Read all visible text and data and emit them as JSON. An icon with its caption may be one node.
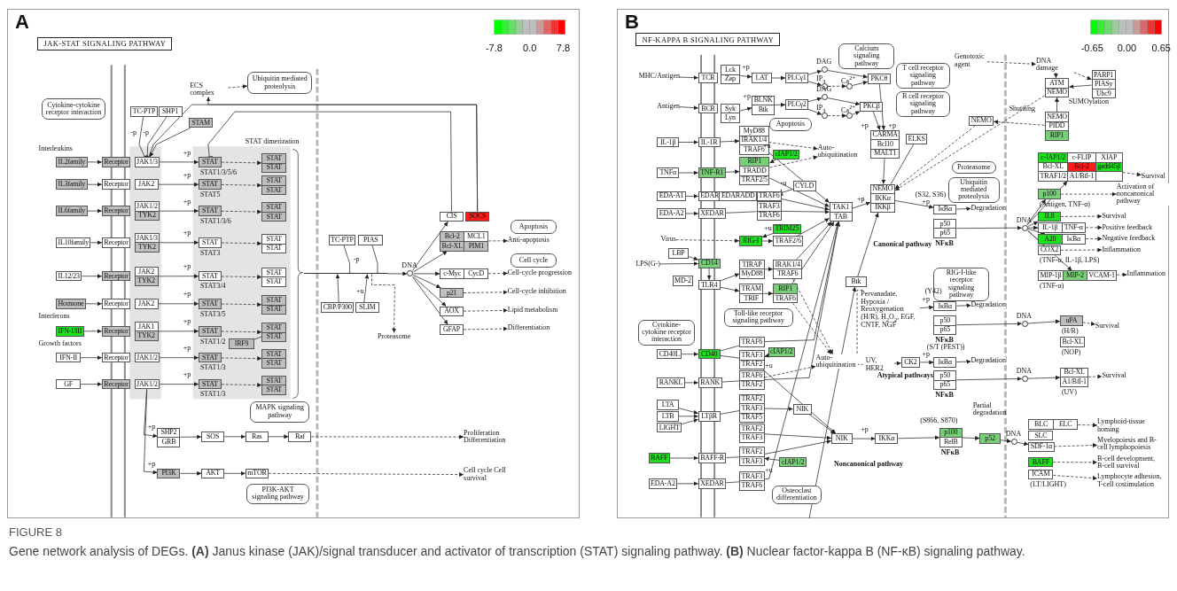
{
  "diagram": {
    "caption": "Gene network analysis of DEGs. **(A)** Janus kinase (JAK)/signal transducer and activator of transcription (STAT) signaling pathway. **(B)** Nuclear factor-kappa B (NF-κB) signaling pathway.",
    "nodes": [
      {
        "text": [
          "A"
        ]
      },
      {
        "text": [
          "JAK-STAT SIGNALING PATHWAY"
        ],
        "in": 0
      },
      {
        "text": [
          "Cytokine-cytokine receptor interaction"
        ],
        "in": 0
      },
      {
        "text": [
          "ECS complex"
        ],
        "in": 0
      },
      {
        "text": [
          "Ubiquitin mediated proteolysis"
        ],
        "in": 0
      },
      {
        "text": [
          "TC-PTP"
        ],
        "in": 0
      },
      {
        "text": [
          "SHP1"
        ],
        "in": 0
      },
      {
        "text": [
          "STAM"
        ],
        "in": 0
      },
      {
        "text": [
          "IL2family"
        ],
        "in": 0
      },
      {
        "text": [
          "Receptor"
        ],
        "in": 0
      },
      {
        "text": [
          "JAK1/3"
        ],
        "in": 0
      },
      {
        "text": [
          "STAT"
        ],
        "in": 0,
        "beside": [
          "STAT1/3/5/6"
        ]
      },
      {
        "text": [
          "STAT",
          "STAT"
        ],
        "in": 0
      },
      {
        "text": [
          "IL3family"
        ],
        "in": 0
      },
      {
        "text": [
          "Receptor"
        ],
        "in": 0
      },
      {
        "text": [
          "JAK2"
        ],
        "in": 0
      },
      {
        "text": [
          "STAT"
        ],
        "in": 0,
        "beside": [
          "STAT5"
        ]
      },
      {
        "text": [
          "STAT",
          "STAT"
        ],
        "in": 0
      },
      {
        "text": [
          "IL6family"
        ],
        "in": 0
      },
      {
        "text": [
          "Receptor"
        ],
        "in": 0
      },
      {
        "text": [
          "JAK1/2",
          "TYK2"
        ],
        "in": 0
      },
      {
        "text": [
          "STAT"
        ],
        "in": 0,
        "beside": [
          "STAT1/3/6"
        ]
      },
      {
        "text": [
          "STAT",
          "STAT"
        ],
        "in": 0
      },
      {
        "text": [
          "IL10family"
        ],
        "in": 0
      },
      {
        "text": [
          "Receptor"
        ],
        "in": 0
      },
      {
        "text": [
          "JAK1/3",
          "TYK2"
        ],
        "in": 0
      },
      {
        "text": [
          "STAT"
        ],
        "in": 0,
        "beside": [
          "STAT3"
        ]
      },
      {
        "text": [
          "STAT",
          "STAT"
        ],
        "in": 0
      },
      {
        "text": [
          "IL12/23"
        ],
        "in": 0
      },
      {
        "text": [
          "Receptor"
        ],
        "in": 0
      },
      {
        "text": [
          "JAK2",
          "TYK2"
        ],
        "in": 0
      },
      {
        "text": [
          "STAT"
        ],
        "in": 0,
        "beside": [
          "STAT3/4"
        ]
      },
      {
        "text": [
          "STAT",
          "STAT"
        ],
        "in": 0
      },
      {
        "text": [
          "Hormone"
        ],
        "in": 0
      },
      {
        "text": [
          "Receptor"
        ],
        "in": 0
      },
      {
        "text": [
          "JAK2"
        ],
        "in": 0
      },
      {
        "text": [
          "STAT"
        ],
        "in": 0,
        "beside": [
          "STAT3/5"
        ]
      },
      {
        "text": [
          "STAT",
          "STAT"
        ],
        "in": 0
      },
      {
        "text": [
          "IFN-I/III"
        ],
        "in": 0
      },
      {
        "text": [
          "Receptor"
        ],
        "in": 0
      },
      {
        "text": [
          "JAK1",
          "TYK2"
        ],
        "in": 0
      },
      {
        "text": [
          "STAT"
        ],
        "in": 0,
        "beside": [
          "STAT1/2"
        ]
      },
      {
        "text": [
          "STAT",
          "STAT"
        ],
        "in": 0
      },
      {
        "text": [
          "IFN-II"
        ],
        "in": 0
      },
      {
        "text": [
          "Receptor"
        ],
        "in": 0
      },
      {
        "text": [
          "JAK1/2"
        ],
        "in": 0
      },
      {
        "text": [
          "STAT"
        ],
        "in": 0,
        "beside": [
          "STAT1/3"
        ]
      },
      {
        "text": [
          "STAT",
          "STAT"
        ],
        "in": 0
      },
      {
        "text": [
          "GF"
        ],
        "in": 0
      },
      {
        "text": [
          "Receptor"
        ],
        "in": 0
      },
      {
        "text": [
          "JAK1/2"
        ],
        "in": 0
      },
      {
        "text": [
          "STAT"
        ],
        "in": 0,
        "beside": [
          "STAT1/3"
        ]
      },
      {
        "text": [
          "STAT",
          "STAT"
        ],
        "in": 0
      },
      {
        "text": [
          "IRF9"
        ],
        "in": 0
      },
      {
        "text": [
          "MAPK signaling pathway"
        ],
        "in": 0
      },
      {
        "text": [
          "SHP2",
          "GRB"
        ],
        "in": 0
      },
      {
        "text": [
          "SOS"
        ],
        "in": 0
      },
      {
        "text": [
          "Ras"
        ],
        "in": 0
      },
      {
        "text": [
          "Raf"
        ],
        "in": 0
      },
      {
        "text": [
          "Proliferation Differentiation"
        ],
        "in": 0
      },
      {
        "text": [
          "PI3K"
        ],
        "in": 0
      },
      {
        "text": [
          "AKT"
        ],
        "in": 0
      },
      {
        "text": [
          "mTOR"
        ],
        "in": 0
      },
      {
        "text": [
          "Cell cycle Cell survival"
        ],
        "in": 0
      },
      {
        "text": [
          "PI3K-AKT signaling pathway"
        ],
        "in": 0
      },
      {
        "text": [
          "TC-PTP"
        ],
        "in": 0
      },
      {
        "text": [
          "PIAS"
        ],
        "in": 0
      },
      {
        "text": [
          "CBP/P300"
        ],
        "in": 0
      },
      {
        "text": [
          "SLIM"
        ],
        "in": 0
      },
      {
        "text": [
          "Proteasome"
        ],
        "in": 0
      },
      {
        "text": [],
        "shape": "circle",
        "in": 0,
        "beside": [
          "DNA"
        ]
      },
      {
        "text": [
          "CIS"
        ],
        "in": 0
      },
      {
        "text": [
          "SOCS"
        ],
        "in": 0
      },
      {
        "text": [
          "Bcl-2",
          "MCL1",
          "Bcl-XL",
          "PIM1"
        ],
        "in": 0
      },
      {
        "text": [
          "c-Myc",
          "CycD"
        ],
        "in": 0
      },
      {
        "text": [
          "p21"
        ],
        "in": 0
      },
      {
        "text": [
          "AOX"
        ],
        "in": 0
      },
      {
        "text": [
          "GFAP"
        ],
        "in": 0
      },
      {
        "text": [
          "Apoptosis"
        ],
        "in": 0
      },
      {
        "text": [
          "Anti-apoptosis"
        ],
        "in": 0
      },
      {
        "text": [
          "Cell cycle"
        ],
        "in": 0
      },
      {
        "text": [
          "Cell-cycle progression"
        ],
        "in": 0
      },
      {
        "text": [
          "Cell-cycle inhibition"
        ],
        "in": 0
      },
      {
        "text": [
          "Lipid metabolism"
        ],
        "in": 0
      },
      {
        "text": [
          "Differentiation"
        ],
        "in": 0
      },
      {
        "text": [
          "B"
        ]
      },
      {
        "text": [
          "NF-KAPPA B SIGNALING PATHWAY"
        ],
        "in": 85
      },
      {
        "text": [
          "MHC/Antigen"
        ],
        "in": 85
      },
      {
        "text": [
          "TCR"
        ],
        "in": 85
      },
      {
        "text": [
          "Lck",
          "Zap"
        ],
        "in": 85
      },
      {
        "text": [
          "LAT"
        ],
        "in": 85
      },
      {
        "text": [
          "PLCγ1"
        ],
        "in": 85
      },
      {
        "text": [
          "Antigen"
        ],
        "in": 85
      },
      {
        "text": [
          "BCR"
        ],
        "in": 85
      },
      {
        "text": [
          "Syk",
          "Lyn"
        ],
        "in": 85
      },
      {
        "text": [
          "BLNK",
          "Btk"
        ],
        "in": 85
      },
      {
        "text": [
          "PLCγ2"
        ],
        "in": 85
      },
      {
        "text": [
          "Calcium signaling pathway"
        ],
        "in": 85
      },
      {
        "text": [],
        "shape": "circle",
        "in": 85,
        "beside": [
          "DAG"
        ]
      },
      {
        "text": [],
        "shape": "circle",
        "in": 85,
        "beside": [
          "IP$_{3}$"
        ]
      },
      {
        "text": [],
        "shape": "circle",
        "in": 85,
        "beside": [
          "Ca$^{2+}$"
        ]
      },
      {
        "text": [],
        "shape": "circle",
        "in": 85,
        "beside": [
          "DAG"
        ]
      },
      {
        "text": [],
        "shape": "circle",
        "in": 85,
        "beside": [
          "IP$_{3}$"
        ]
      },
      {
        "text": [],
        "shape": "circle",
        "in": 85,
        "beside": [
          "Ca$^{2+}$"
        ]
      },
      {
        "text": [
          "PKCθ"
        ],
        "in": 85
      },
      {
        "text": [
          "PKCβ"
        ],
        "in": 85
      },
      {
        "text": [
          "T cell receptor signaling pathway"
        ],
        "in": 85
      },
      {
        "text": [
          "B cell receptor signaling pathway"
        ],
        "in": 85
      },
      {
        "text": [
          "Apoptosis"
        ],
        "in": 85
      },
      {
        "text": [
          "Genotoxic agent"
        ],
        "in": 85
      },
      {
        "text": [
          "DNA damage"
        ],
        "in": 85
      },
      {
        "text": [
          "ATM",
          "NEMO"
        ],
        "in": 85
      },
      {
        "text": [
          "PARP1",
          "PIASy",
          "Ubc9"
        ],
        "in": 85
      },
      {
        "text": [
          "NEMO"
        ],
        "in": 85
      },
      {
        "text": [
          "NEMO",
          "PIDD",
          "RIP1"
        ],
        "in": 85
      },
      {
        "text": [
          "IL-1β"
        ],
        "in": 85
      },
      {
        "text": [
          "IL-1R"
        ],
        "in": 85
      },
      {
        "text": [
          "MyD88",
          "IRAK1/4",
          "TRAF6"
        ],
        "in": 85
      },
      {
        "text": [
          "cIAP1/2"
        ],
        "in": 85
      },
      {
        "text": [
          "Auto- ubiquitination"
        ],
        "in": 85
      },
      {
        "text": [
          "CARMA",
          "Bcl10",
          "MALT1"
        ],
        "in": 85
      },
      {
        "text": [
          "ELKS"
        ],
        "in": 85
      },
      {
        "text": [
          "TNFα"
        ],
        "in": 85
      },
      {
        "text": [
          "TNF-R1"
        ],
        "in": 85
      },
      {
        "text": [
          "RIP1",
          "TRADD",
          "TRAF2/5"
        ],
        "in": 85
      },
      {
        "text": [
          "EDA-A1"
        ],
        "in": 85
      },
      {
        "text": [
          "EDAR"
        ],
        "in": 85
      },
      {
        "text": [
          "EDARADD"
        ],
        "in": 85
      },
      {
        "text": [
          "TRAF6"
        ],
        "in": 85
      },
      {
        "text": [
          "CYLD"
        ],
        "in": 85
      },
      {
        "text": [
          "EDA-A2"
        ],
        "in": 85
      },
      {
        "text": [
          "XEDAR"
        ],
        "in": 85
      },
      {
        "text": [
          "TRAF3",
          "TRAF6"
        ],
        "in": 85
      },
      {
        "text": [
          "NEMO",
          "IKKα",
          "IKKβ"
        ],
        "in": 85
      },
      {
        "text": [
          "TAK1",
          "TAB"
        ],
        "in": 85
      },
      {
        "text": [
          "Proteasome"
        ],
        "in": 85
      },
      {
        "text": [
          "Ubiquitin mediated proteolysis"
        ],
        "in": 85
      },
      {
        "text": [
          "IκBα"
        ],
        "in": 85
      },
      {
        "text": [
          "Degradation"
        ],
        "in": 85
      },
      {
        "text": [
          "p50",
          "p65"
        ],
        "in": 85,
        "beside": [
          "NFκB"
        ]
      },
      {
        "text": [
          "Virus"
        ],
        "in": 85
      },
      {
        "text": [
          "TRIM25"
        ],
        "in": 85
      },
      {
        "text": [
          "RIG-I"
        ],
        "in": 85
      },
      {
        "text": [
          "TRAF2/6"
        ],
        "in": 85
      },
      {
        "text": [
          "LBP"
        ],
        "in": 85
      },
      {
        "text": [
          "LPS(G-)"
        ],
        "in": 85
      },
      {
        "text": [
          "CD14"
        ],
        "in": 85
      },
      {
        "text": [
          "MD-2"
        ],
        "in": 85
      },
      {
        "text": [
          "TLR4"
        ],
        "in": 85
      },
      {
        "text": [
          "TIRAP",
          "MyD88"
        ],
        "in": 85
      },
      {
        "text": [
          "IRAK1/4",
          "TRAF6"
        ],
        "in": 85
      },
      {
        "text": [
          "TRAM",
          "TRIF"
        ],
        "in": 85
      },
      {
        "text": [
          "RIP1",
          "TRAF6"
        ],
        "in": 85
      },
      {
        "text": [
          "Toll-like receptor signaling pathway"
        ],
        "in": 85
      },
      {
        "text": [
          "Cytokine-cytokine receptor interaction"
        ],
        "in": 85
      },
      {
        "text": [
          "CD40L"
        ],
        "in": 85
      },
      {
        "text": [
          "CD40"
        ],
        "in": 85
      },
      {
        "text": [
          "TRAF6"
        ],
        "in": 85
      },
      {
        "text": [
          "TRAF3",
          "TRAF2"
        ],
        "in": 85
      },
      {
        "text": [
          "cIAP1/2"
        ],
        "in": 85
      },
      {
        "text": [
          "RANKL"
        ],
        "in": 85
      },
      {
        "text": [
          "RANK"
        ],
        "in": 85
      },
      {
        "text": [
          "TRAF6",
          "TRAF2"
        ],
        "in": 85
      },
      {
        "text": [
          "Osteoclast differentiation"
        ],
        "in": 85
      },
      {
        "text": [
          "LTA"
        ],
        "in": 85
      },
      {
        "text": [
          "LTB"
        ],
        "in": 85
      },
      {
        "text": [
          "LIGHT"
        ],
        "in": 85
      },
      {
        "text": [
          "LTβR"
        ],
        "in": 85
      },
      {
        "text": [
          "TRAF2",
          "TRAF3",
          "TRAF5"
        ],
        "in": 85
      },
      {
        "text": [
          "NIK"
        ],
        "in": 85
      },
      {
        "text": [
          "TRAF2",
          "TRAF3"
        ],
        "in": 85
      },
      {
        "text": [
          "BAFF"
        ],
        "in": 85
      },
      {
        "text": [
          "BAFF-R"
        ],
        "in": 85
      },
      {
        "text": [
          "TRAF2",
          "TRAF3"
        ],
        "in": 85
      },
      {
        "text": [
          "cIAP1/2"
        ],
        "in": 85
      },
      {
        "text": [
          "EDA-A2"
        ],
        "in": 85
      },
      {
        "text": [
          "XEDAR"
        ],
        "in": 85
      },
      {
        "text": [
          "TRAF3",
          "TRAF6"
        ],
        "in": 85
      },
      {
        "text": [
          "Btk"
        ],
        "in": 85
      },
      {
        "text": [
          "RIG-I-like receptor signaling pathway"
        ],
        "in": 85
      },
      {
        "text": [
          "Pervanadate, Hypoxia / Reoxygenation (H/R), H$_{2}$O$_{2}$, EGF, CNTF, NGF"
        ],
        "in": 85
      },
      {
        "text": [
          "IκBα"
        ],
        "in": 85
      },
      {
        "text": [
          "Degradation"
        ],
        "in": 85
      },
      {
        "text": [
          "p50",
          "p65"
        ],
        "in": 85,
        "beside": [
          "NFκB"
        ]
      },
      {
        "text": [
          "UV, HER2"
        ],
        "in": 85
      },
      {
        "text": [
          "CK2"
        ],
        "in": 85
      },
      {
        "text": [
          "IκBα"
        ],
        "in": 85
      },
      {
        "text": [
          "Degradation"
        ],
        "in": 85
      },
      {
        "text": [
          "p50",
          "p65"
        ],
        "in": 85,
        "beside": [
          "NFκB"
        ]
      },
      {
        "text": [
          "Auto- ubiquitination"
        ],
        "in": 85
      },
      {
        "text": [
          "NIK"
        ],
        "in": 85
      },
      {
        "text": [
          "IKKα"
        ],
        "in": 85
      },
      {
        "text": [
          "p100",
          "RelB"
        ],
        "in": 85,
        "beside": [
          "NFκB"
        ]
      },
      {
        "text": [
          "p52"
        ],
        "in": 85
      },
      {
        "text": [],
        "shape": "circle",
        "in": 85,
        "beside": [
          "DNA"
        ]
      },
      {
        "text": [
          "c-IAP1/2",
          "c-FLIP",
          "XIAP",
          "Bcl-XL",
          "Bcl-2",
          "gadd45β",
          "TRAF1/2",
          "A1/Bfl-1"
        ],
        "in": 85
      },
      {
        "text": [
          "Survival"
        ],
        "in": 85
      },
      {
        "text": [
          "p100"
        ],
        "in": 85,
        "beside": [
          "(Antigen, TNF-α)"
        ]
      },
      {
        "text": [
          "Activation of noncanonical pathway"
        ],
        "in": 85
      },
      {
        "text": [
          "IL8"
        ],
        "in": 85
      },
      {
        "text": [
          "Survival"
        ],
        "in": 85
      },
      {
        "text": [
          "IL-1β",
          "TNF-α"
        ],
        "in": 85
      },
      {
        "text": [
          "Positive feedback"
        ],
        "in": 85
      },
      {
        "text": [
          "A20",
          "IκBα"
        ],
        "in": 85
      },
      {
        "text": [
          "Negative feedback"
        ],
        "in": 85
      },
      {
        "text": [
          "COX2"
        ],
        "in": 85,
        "beside": [
          "(TNF-α, IL-1β, LPS)"
        ]
      },
      {
        "text": [
          "Inflammation"
        ],
        "in": 85
      },
      {
        "text": [
          "MIP-1β",
          "MIP-2",
          "VCAM-1"
        ],
        "in": 85,
        "beside": [
          "(TNF-α)"
        ]
      },
      {
        "text": [
          "Inflammation"
        ],
        "in": 85
      },
      {
        "text": [],
        "shape": "circle",
        "in": 85,
        "beside": [
          "DNA"
        ]
      },
      {
        "text": [
          "uPA"
        ],
        "in": 85,
        "beside": [
          "(H/R)"
        ]
      },
      {
        "text": [
          "Bcl-XL"
        ],
        "in": 85,
        "beside": [
          "(NOP)"
        ]
      },
      {
        "text": [
          "Survival"
        ],
        "in": 85
      },
      {
        "text": [],
        "shape": "circle",
        "in": 85,
        "beside": [
          "DNA"
        ]
      },
      {
        "text": [
          "Bcl-XL",
          "A1/Bfl-1"
        ],
        "in": 85,
        "beside": [
          "(UV)"
        ]
      },
      {
        "text": [
          "Survival"
        ],
        "in": 85
      },
      {
        "text": [],
        "shape": "circle",
        "in": 85,
        "beside": [
          "DNA"
        ]
      },
      {
        "text": [
          "BLC",
          "ELC"
        ],
        "in": 85
      },
      {
        "text": [
          "SLC"
        ],
        "in": 85
      },
      {
        "text": [
          "SDF-1α"
        ],
        "in": 85
      },
      {
        "text": [
          "BAFF"
        ],
        "in": 85
      },
      {
        "text": [
          "ICAM"
        ],
        "in": 85,
        "beside": [
          "(LT/LIGHT)"
        ]
      },
      {
        "text": [
          "Lymphoid-tissue homing"
        ],
        "in": 85
      },
      {
        "text": [
          "Myelopoiesis and B-cell lymphopoiesis"
        ],
        "in": 85
      },
      {
        "text": [
          "B-cell development, B-cell survival"
        ],
        "in": 85
      },
      {
        "text": [
          "Lymphocyte adhesion, T-cell costimulation"
        ],
        "in": 85
      },
      {
        "text": [],
        "shape": "bar",
        "in": 0
      }
    ],
    "edges": [
      {
        "from": 72,
        "to": 3,
        "arrow": "to"
      },
      {
        "from": 3,
        "to": 4,
        "arrow": "to",
        "style": "dashed"
      },
      {
        "from": 72,
        "to": 10,
        "arrow": "other"
      },
      {
        "from": 71,
        "to": 11,
        "arrow": "other"
      },
      {
        "from": 5,
        "to": 10,
        "arrow": "other"
      },
      {
        "from": 6,
        "to": 10,
        "arrow": "other"
      },
      {
        "from": 7,
        "to": 10,
        "arrow": "to"
      },
      {
        "from": 226,
        "to": 70,
        "arrow": "to"
      },
      {
        "from": 65,
        "to": 226,
        "arrow": "other"
      },
      {
        "from": 66,
        "to": 226,
        "arrow": "other"
      },
      {
        "from": 67,
        "to": 226,
        "arrow": "to"
      },
      {
        "from": 68,
        "to": 226,
        "arrow": "to"
      },
      {
        "from": 226,
        "to": 69,
        "arrow": "to",
        "style": "dashed"
      },
      {
        "from": 50,
        "to": 55,
        "arrow": "to"
      },
      {
        "from": 50,
        "to": 60,
        "arrow": "to"
      },
      {
        "from": null,
        "to": 178,
        "arrow": "to"
      },
      {
        "from": 8,
        "to": 9,
        "arrow": "to"
      },
      {
        "from": 10,
        "to": 11,
        "arrow": "to"
      },
      {
        "from": 11,
        "to": 12,
        "arrow": "to",
        "style": "dashed"
      },
      {
        "from": 13,
        "to": 14,
        "arrow": "to"
      },
      {
        "from": 15,
        "to": 16,
        "arrow": "to"
      },
      {
        "from": 16,
        "to": 17,
        "arrow": "to",
        "style": "dashed"
      },
      {
        "from": 18,
        "to": 19,
        "arrow": "to"
      },
      {
        "from": 20,
        "to": 21,
        "arrow": "to"
      },
      {
        "from": 21,
        "to": 22,
        "arrow": "to",
        "style": "dashed"
      },
      {
        "from": 23,
        "to": 24,
        "arrow": "to"
      },
      {
        "from": 25,
        "to": 26,
        "arrow": "to"
      },
      {
        "from": 26,
        "to": 27,
        "arrow": "to",
        "style": "dashed"
      },
      {
        "from": 28,
        "to": 29,
        "arrow": "to"
      },
      {
        "from": 30,
        "to": 31,
        "arrow": "to"
      },
      {
        "from": 31,
        "to": 32,
        "arrow": "to",
        "style": "dashed"
      },
      {
        "from": 33,
        "to": 34,
        "arrow": "to"
      },
      {
        "from": 35,
        "to": 36,
        "arrow": "to"
      },
      {
        "from": 36,
        "to": 37,
        "arrow": "to",
        "style": "dashed"
      },
      {
        "from": 38,
        "to": 39,
        "arrow": "to"
      },
      {
        "from": 40,
        "to": 41,
        "arrow": "to"
      },
      {
        "from": 41,
        "to": 42,
        "arrow": "to",
        "style": "dashed"
      },
      {
        "from": 43,
        "to": 44,
        "arrow": "to"
      },
      {
        "from": 45,
        "to": 46,
        "arrow": "to"
      },
      {
        "from": 46,
        "to": 47,
        "arrow": "to",
        "style": "dashed"
      },
      {
        "from": 48,
        "to": 49,
        "arrow": "to"
      },
      {
        "from": 50,
        "to": 51,
        "arrow": "to"
      },
      {
        "from": 51,
        "to": 52,
        "arrow": "to",
        "style": "dashed"
      },
      {
        "from": 53,
        "to": 42,
        "arrow": "none"
      },
      {
        "from": 55,
        "to": 56,
        "arrow": "to"
      },
      {
        "from": 56,
        "to": 57,
        "arrow": "to"
      },
      {
        "from": 57,
        "to": 58,
        "arrow": "to"
      },
      {
        "from": 58,
        "to": 59,
        "arrow": "to",
        "style": "dashed"
      },
      {
        "from": 60,
        "to": 61,
        "arrow": "to"
      },
      {
        "from": 61,
        "to": 62,
        "arrow": "to"
      },
      {
        "from": 62,
        "to": 63,
        "arrow": "to",
        "style": "dashed"
      },
      {
        "from": 70,
        "to": 71,
        "arrow": "to"
      },
      {
        "from": 70,
        "to": 73,
        "arrow": "to"
      },
      {
        "from": 70,
        "to": 74,
        "arrow": "to"
      },
      {
        "from": 70,
        "to": 75,
        "arrow": "to"
      },
      {
        "from": 70,
        "to": 76,
        "arrow": "to"
      },
      {
        "from": 70,
        "to": 77,
        "arrow": "to"
      },
      {
        "from": 73,
        "to": 79,
        "arrow": "to",
        "style": "dashed"
      },
      {
        "from": 74,
        "to": 81,
        "arrow": "to",
        "style": "dashed"
      },
      {
        "from": 75,
        "to": 82,
        "arrow": "to",
        "style": "dashed"
      },
      {
        "from": 76,
        "to": 83,
        "arrow": "to",
        "style": "dashed"
      },
      {
        "from": 77,
        "to": 84,
        "arrow": "to",
        "style": "dashed"
      },
      {
        "from": 87,
        "to": 88,
        "arrow": "to"
      },
      {
        "from": 89,
        "to": 90,
        "arrow": "to"
      },
      {
        "from": 90,
        "to": 91,
        "arrow": "to"
      },
      {
        "from": 91,
        "to": 98,
        "arrow": "to"
      },
      {
        "from": 91,
        "to": 99,
        "arrow": "to"
      },
      {
        "from": 99,
        "to": 100,
        "arrow": "to",
        "style": "dashed"
      },
      {
        "from": 98,
        "to": 104,
        "arrow": "to"
      },
      {
        "from": 100,
        "to": 104,
        "arrow": "to"
      },
      {
        "from": 92,
        "to": 93,
        "arrow": "to"
      },
      {
        "from": 94,
        "to": 95,
        "arrow": "to"
      },
      {
        "from": 95,
        "to": 96,
        "arrow": "to"
      },
      {
        "from": 96,
        "to": 101,
        "arrow": "to"
      },
      {
        "from": 96,
        "to": 102,
        "arrow": "to"
      },
      {
        "from": 102,
        "to": 103,
        "arrow": "to",
        "style": "dashed"
      },
      {
        "from": 101,
        "to": 105,
        "arrow": "to"
      },
      {
        "from": 103,
        "to": 105,
        "arrow": "to"
      },
      {
        "from": 104,
        "to": 120,
        "arrow": "to"
      },
      {
        "from": 105,
        "to": 120,
        "arrow": "to"
      },
      {
        "from": 120,
        "to": 133,
        "arrow": "to"
      },
      {
        "from": 121,
        "to": 133,
        "arrow": "none"
      },
      {
        "from": 134,
        "to": 133,
        "arrow": "to"
      },
      {
        "from": 133,
        "to": 137,
        "arrow": "to"
      },
      {
        "from": 137,
        "to": 138,
        "arrow": "to"
      },
      {
        "from": 139,
        "to": 194,
        "arrow": "to"
      },
      {
        "from": 115,
        "to": 116,
        "arrow": "to"
      },
      {
        "from": 116,
        "to": 117,
        "arrow": "to"
      },
      {
        "from": 117,
        "to": 134,
        "arrow": "to"
      },
      {
        "from": 117,
        "to": 119,
        "arrow": "to",
        "style": "dashed"
      },
      {
        "from": 118,
        "to": 124,
        "arrow": "to"
      },
      {
        "from": 122,
        "to": 123,
        "arrow": "to"
      },
      {
        "from": 123,
        "to": 124,
        "arrow": "to"
      },
      {
        "from": 124,
        "to": 134,
        "arrow": "to"
      },
      {
        "from": 124,
        "to": 119,
        "arrow": "to",
        "style": "dashed"
      },
      {
        "from": 125,
        "to": 126,
        "arrow": "to"
      },
      {
        "from": 128,
        "to": 134,
        "arrow": "to"
      },
      {
        "from": 129,
        "to": 128,
        "arrow": "other"
      },
      {
        "from": 130,
        "to": 131,
        "arrow": "to"
      },
      {
        "from": 131,
        "to": 132,
        "arrow": "none"
      },
      {
        "from": 132,
        "to": 134,
        "arrow": "to"
      },
      {
        "from": 140,
        "to": 142,
        "arrow": "to",
        "style": "dashed"
      },
      {
        "from": 141,
        "to": 142,
        "arrow": "to"
      },
      {
        "from": 142,
        "to": 143,
        "arrow": "to"
      },
      {
        "from": 143,
        "to": 134,
        "arrow": "to"
      },
      {
        "from": 144,
        "to": 146,
        "arrow": "to"
      },
      {
        "from": 145,
        "to": 146,
        "arrow": "to"
      },
      {
        "from": 146,
        "to": 148,
        "arrow": "to"
      },
      {
        "from": 148,
        "to": 149,
        "arrow": "to"
      },
      {
        "from": 148,
        "to": 151,
        "arrow": "to"
      },
      {
        "from": 149,
        "to": 150,
        "arrow": "to"
      },
      {
        "from": 151,
        "to": 152,
        "arrow": "to"
      },
      {
        "from": 150,
        "to": 134,
        "arrow": "to"
      },
      {
        "from": 152,
        "to": 134,
        "arrow": "to"
      },
      {
        "from": 150,
        "to": 189,
        "arrow": "to",
        "style": "dashed"
      },
      {
        "from": 152,
        "to": 189,
        "arrow": "to",
        "style": "dashed"
      },
      {
        "from": 155,
        "to": 156,
        "arrow": "to"
      },
      {
        "from": 156,
        "to": 157,
        "arrow": "none"
      },
      {
        "from": 156,
        "to": 158,
        "arrow": "none"
      },
      {
        "from": 159,
        "to": 158,
        "arrow": "to"
      },
      {
        "from": 157,
        "to": 134,
        "arrow": "to"
      },
      {
        "from": 158,
        "to": 190,
        "arrow": "to"
      },
      {
        "from": 160,
        "to": 161,
        "arrow": "to"
      },
      {
        "from": 161,
        "to": 162,
        "arrow": "none"
      },
      {
        "from": 162,
        "to": 134,
        "arrow": "to"
      },
      {
        "from": 162,
        "to": 189,
        "arrow": "to",
        "style": "dashed"
      },
      {
        "from": 164,
        "to": 167,
        "arrow": "to"
      },
      {
        "from": 165,
        "to": 167,
        "arrow": "to"
      },
      {
        "from": 166,
        "to": 167,
        "arrow": "to"
      },
      {
        "from": 167,
        "to": 168,
        "arrow": "none"
      },
      {
        "from": 168,
        "to": 169,
        "arrow": "to"
      },
      {
        "from": 169,
        "to": 190,
        "arrow": "to"
      },
      {
        "from": 170,
        "to": 190,
        "arrow": "to"
      },
      {
        "from": 171,
        "to": 172,
        "arrow": "to"
      },
      {
        "from": 172,
        "to": 173,
        "arrow": "none"
      },
      {
        "from": 174,
        "to": 173,
        "arrow": "to"
      },
      {
        "from": 173,
        "to": 190,
        "arrow": "to"
      },
      {
        "from": 175,
        "to": 176,
        "arrow": "to"
      },
      {
        "from": 176,
        "to": 177,
        "arrow": "none"
      },
      {
        "from": 177,
        "to": 134,
        "arrow": "to"
      },
      {
        "from": 190,
        "to": 191,
        "arrow": "to"
      },
      {
        "from": 191,
        "to": 192,
        "arrow": "to"
      },
      {
        "from": 192,
        "to": 193,
        "arrow": "to"
      },
      {
        "from": 193,
        "to": 216,
        "arrow": "to"
      },
      {
        "from": 216,
        "to": 219,
        "arrow": "to"
      },
      {
        "from": 217,
        "to": 222,
        "arrow": "to",
        "style": "dashed"
      },
      {
        "from": 219,
        "to": 223,
        "arrow": "to",
        "style": "dashed"
      },
      {
        "from": 220,
        "to": 224,
        "arrow": "to",
        "style": "dashed"
      },
      {
        "from": 221,
        "to": 225,
        "arrow": "to",
        "style": "dashed"
      },
      {
        "from": 178,
        "to": 133,
        "arrow": "to"
      },
      {
        "from": 180,
        "to": 181,
        "arrow": "to"
      },
      {
        "from": 181,
        "to": 182,
        "arrow": "to"
      },
      {
        "from": 183,
        "to": 209,
        "arrow": "to"
      },
      {
        "from": 184,
        "to": 185,
        "arrow": "to"
      },
      {
        "from": 185,
        "to": 186,
        "arrow": "to"
      },
      {
        "from": 186,
        "to": 187,
        "arrow": "to"
      },
      {
        "from": 188,
        "to": 213,
        "arrow": "to"
      },
      {
        "from": 209,
        "to": 210,
        "arrow": "to"
      },
      {
        "from": 210,
        "to": 212,
        "arrow": "to",
        "style": "dashed"
      },
      {
        "from": 213,
        "to": 214,
        "arrow": "to"
      },
      {
        "from": 214,
        "to": 215,
        "arrow": "to",
        "style": "dashed"
      },
      {
        "from": 194,
        "to": 195,
        "arrow": "to"
      },
      {
        "from": 194,
        "to": 197,
        "arrow": "to"
      },
      {
        "from": 194,
        "to": 199,
        "arrow": "to"
      },
      {
        "from": 194,
        "to": 201,
        "arrow": "to"
      },
      {
        "from": 194,
        "to": 203,
        "arrow": "to"
      },
      {
        "from": 194,
        "to": 205,
        "arrow": "to"
      },
      {
        "from": 194,
        "to": 207,
        "arrow": "to"
      },
      {
        "from": 195,
        "to": 196,
        "arrow": "to",
        "style": "dashed"
      },
      {
        "from": 197,
        "to": 198,
        "arrow": "to",
        "style": "dashed"
      },
      {
        "from": 199,
        "to": 200,
        "arrow": "to",
        "style": "dashed"
      },
      {
        "from": 201,
        "to": 202,
        "arrow": "to",
        "style": "dashed"
      },
      {
        "from": 203,
        "to": 204,
        "arrow": "to",
        "style": "dashed"
      },
      {
        "from": 205,
        "to": 206,
        "arrow": "to",
        "style": "dashed"
      },
      {
        "from": 207,
        "to": 208,
        "arrow": "to",
        "style": "dashed"
      },
      {
        "from": 109,
        "to": 110,
        "arrow": "to",
        "style": "dashed"
      },
      {
        "from": 110,
        "to": 111,
        "arrow": "to"
      },
      {
        "from": 110,
        "to": 112,
        "arrow": "to",
        "style": "dashed"
      },
      {
        "from": 112,
        "to": 111,
        "arrow": "to"
      },
      {
        "from": 114,
        "to": 111,
        "arrow": "to"
      },
      {
        "from": 114,
        "to": 113,
        "arrow": "to",
        "style": "dashed"
      },
      {
        "from": 113,
        "to": 133,
        "arrow": "to",
        "style": "dashed"
      },
      {
        "from": 111,
        "to": 133,
        "arrow": "to",
        "style": "dashed"
      }
    ],
    "labels": [
      "-7.8",
      "0.0",
      "7.8",
      "-p",
      "-p",
      "STAT dimerization",
      "Interleukins",
      "+p",
      "+p",
      "+p",
      "+p",
      "+p",
      "+p",
      "+p",
      "+p",
      "+p",
      "Interferons",
      "Growth factors",
      "-p",
      "+u",
      "+p",
      "+p",
      "-0.65",
      "0.00",
      "0.65",
      "+p",
      "+p",
      "+u",
      "-u",
      "+u",
      "Shuttling",
      "SUMOylation",
      "+p",
      "+p",
      "+p",
      "(S32, S36)",
      "+p",
      "Canonical pathway",
      "+u",
      "(Y42)",
      "+p",
      "(S/T (PEST))",
      "+p",
      "Atypical pathways",
      "+u",
      "+p",
      "(S866, S870)",
      "Partial degradation",
      "Noncanonical pathway",
      "FIGURE 8"
    ]
  }
}
